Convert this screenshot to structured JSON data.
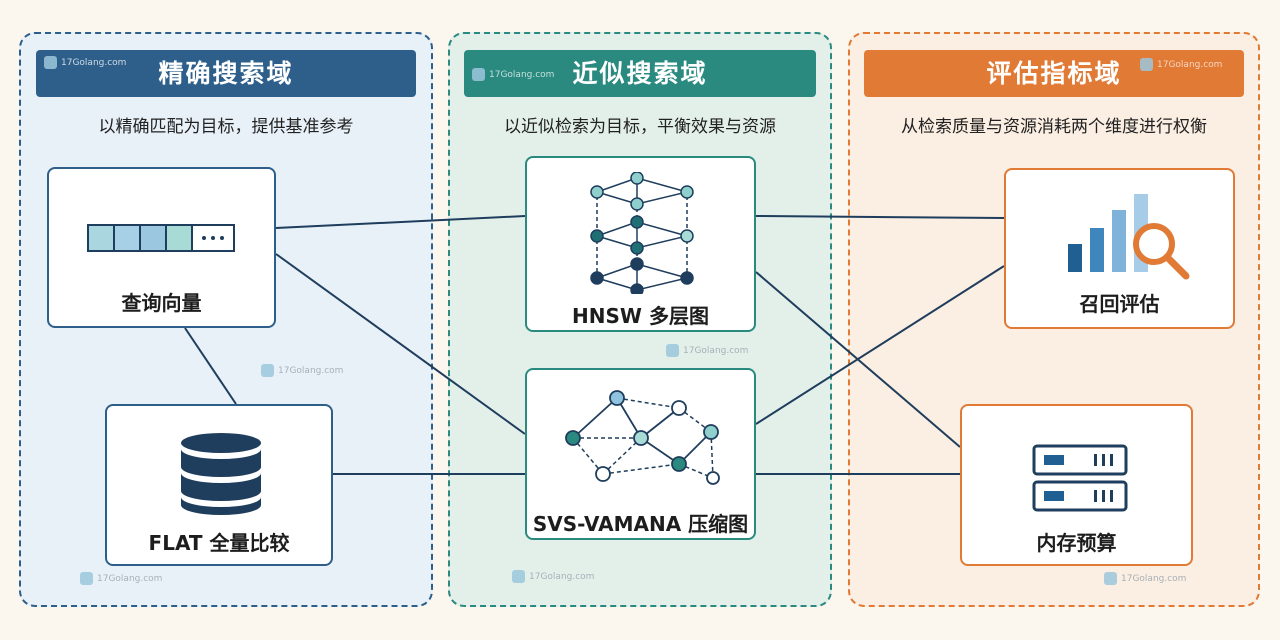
{
  "domains": {
    "exact": {
      "title": "精确搜索域",
      "subtitle": "以精确匹配为目标，提供基准参考",
      "color": "#2e5f8a"
    },
    "approx": {
      "title": "近似搜索域",
      "subtitle": "以近似检索为目标，平衡效果与资源",
      "color": "#2a8a80"
    },
    "eval": {
      "title": "评估指标域",
      "subtitle": "从检索质量与资源消耗两个维度进行权衡",
      "color": "#e07a35"
    }
  },
  "nodes": {
    "query_vector": {
      "label": "查询向量",
      "icon": "vector-cells-icon"
    },
    "flat": {
      "label": "FLAT 全量比较",
      "icon": "database-icon"
    },
    "hnsw": {
      "label": "HNSW 多层图",
      "icon": "layered-graph-icon"
    },
    "svs": {
      "label": "SVS-VAMANA 压缩图",
      "icon": "network-graph-icon"
    },
    "recall": {
      "label": "召回评估",
      "icon": "bar-chart-magnifier-icon"
    },
    "memory": {
      "label": "内存预算",
      "icon": "server-icon"
    }
  },
  "watermark": {
    "text": "17Golang.com"
  }
}
